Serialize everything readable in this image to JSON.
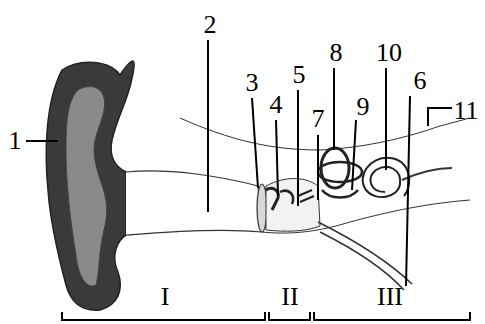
{
  "diagram": {
    "labels": [
      "1",
      "2",
      "3",
      "4",
      "5",
      "6",
      "7",
      "8",
      "9",
      "10",
      "11",
      "I",
      "II",
      "III"
    ]
  }
}
